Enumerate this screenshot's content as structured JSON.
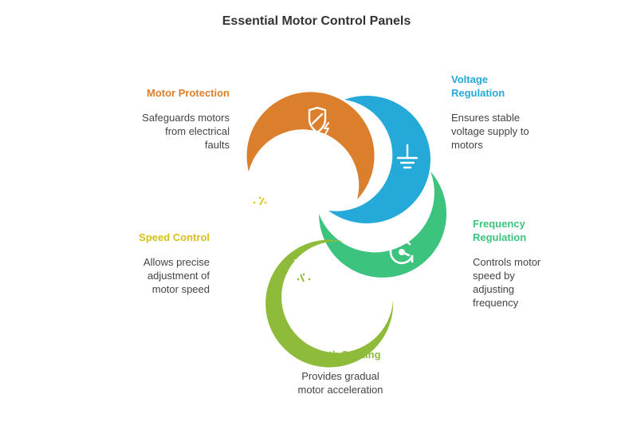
{
  "title": "Essential Motor Control Panels",
  "segments": [
    {
      "id": "motor-protection",
      "title": "Motor Protection",
      "description": "Safeguards motors from electrical faults",
      "color": "#dc7f2d",
      "icon": "shield-lightning-icon"
    },
    {
      "id": "voltage-regulation",
      "title": "Voltage Regulation",
      "description": "Ensures stable voltage supply to motors",
      "color": "#25a9d9",
      "icon": "ground-symbol-icon"
    },
    {
      "id": "frequency-regulation",
      "title": "Frequency Regulation",
      "description": "Controls motor speed by adjusting frequency",
      "color": "#3cc47f",
      "icon": "circular-gauge-icon"
    },
    {
      "id": "smooth-starting",
      "title": "Smooth Starting",
      "description": "Provides gradual motor acceleration",
      "color": "#8fbb3b",
      "icon": "speedometer-icon"
    },
    {
      "id": "speed-control",
      "title": "Speed Control",
      "description": "Allows precise adjustment of motor speed",
      "color": "#dcc71c",
      "icon": "speedometer-icon"
    }
  ]
}
